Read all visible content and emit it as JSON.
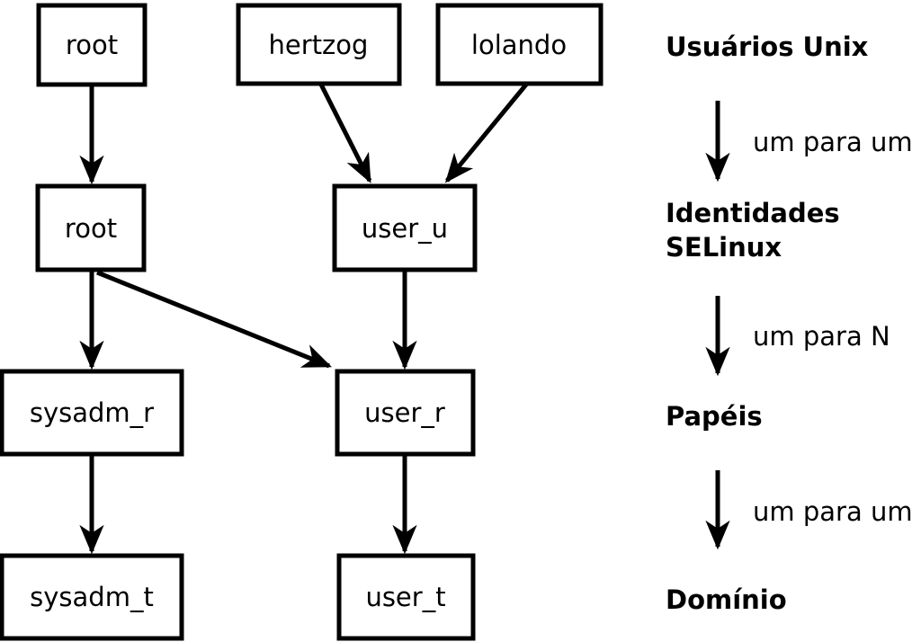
{
  "diagram": {
    "boxes": [
      {
        "id": "unix-root",
        "label": "root"
      },
      {
        "id": "unix-hertzog",
        "label": "hertzog"
      },
      {
        "id": "unix-lolando",
        "label": "lolando"
      },
      {
        "id": "selinux-root",
        "label": "root"
      },
      {
        "id": "selinux-user-u",
        "label": "user_u"
      },
      {
        "id": "role-sysadm-r",
        "label": "sysadm_r"
      },
      {
        "id": "role-user-r",
        "label": "user_r"
      },
      {
        "id": "domain-sysadm-t",
        "label": "sysadm_t"
      },
      {
        "id": "domain-user-t",
        "label": "user_t"
      }
    ],
    "legend": {
      "unix_users": "Usuários Unix",
      "map_users_to_identities": "um para um",
      "identities_line1": "Identidades",
      "identities_line2": "SELinux",
      "map_identities_to_roles": "um para N",
      "roles": "Papéis",
      "map_roles_to_domain": "um para um",
      "domain": "Domínio"
    },
    "colors": {
      "stroke": "#000000",
      "box_fill": "#ffffff",
      "background": "#ffffff"
    }
  }
}
